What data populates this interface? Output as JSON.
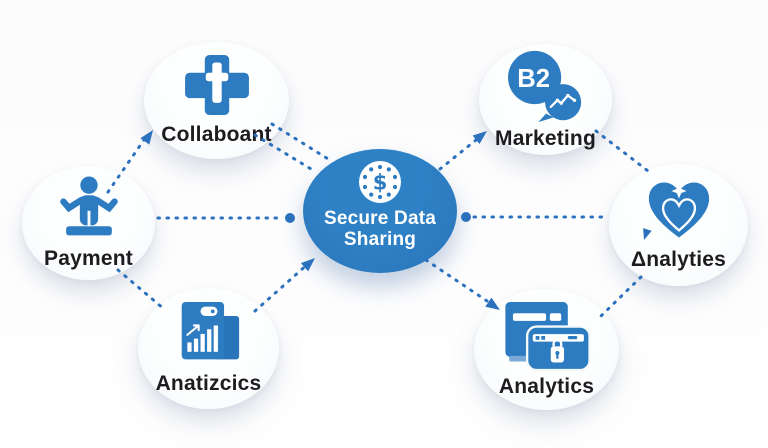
{
  "diagram": {
    "center_node": {
      "title_line1": "Secure Data",
      "title_line2": "Sharing",
      "icon": "dollar-coin-icon",
      "icon_symbol": "$"
    },
    "nodes": [
      {
        "id": "payment",
        "label": "Payment",
        "icon": "person-presenter-icon"
      },
      {
        "id": "collaboant",
        "label": "Collaboant",
        "icon": "medical-cross-icon"
      },
      {
        "id": "anatizcics",
        "label": "Anatizcics",
        "icon": "bar-chart-report-icon"
      },
      {
        "id": "marketing",
        "label": "Marketing",
        "icon": "chat-bubbles-icon",
        "bubble_text": "B2"
      },
      {
        "id": "analyties",
        "label": "Δnalyties",
        "icon": "heart-icon"
      },
      {
        "id": "analytics",
        "label": "Analytics",
        "icon": "pos-terminal-icon"
      }
    ],
    "connections": [
      {
        "from": "payment",
        "to": "collaboant",
        "style": "dotted",
        "end": "arrow"
      },
      {
        "from": "payment",
        "to": "center",
        "style": "dotted",
        "end": "dot"
      },
      {
        "from": "payment",
        "to": "anatizcics",
        "style": "dotted",
        "end": "none"
      },
      {
        "from": "collaboant",
        "to": "center",
        "style": "dotted-double",
        "end": "none"
      },
      {
        "from": "anatizcics",
        "to": "center",
        "style": "dotted",
        "end": "arrow"
      },
      {
        "from": "center",
        "to": "marketing",
        "style": "dotted",
        "end": "arrow"
      },
      {
        "from": "center",
        "to": "analyties",
        "style": "dotted",
        "start": "dot"
      },
      {
        "from": "center",
        "to": "analytics",
        "style": "dotted",
        "end": "arrow"
      },
      {
        "from": "marketing",
        "to": "analyties",
        "style": "dotted",
        "end": "arrow"
      },
      {
        "from": "analyties",
        "to": "analytics",
        "style": "dotted",
        "end": "none"
      }
    ],
    "colors": {
      "accent_blue": "#2d7cc1",
      "line_blue": "#2b71bd",
      "node_fill": "#f8fafd",
      "label_text": "#1d1d1f",
      "center_text": "#ffffff",
      "background": "#fdfdfe"
    }
  }
}
